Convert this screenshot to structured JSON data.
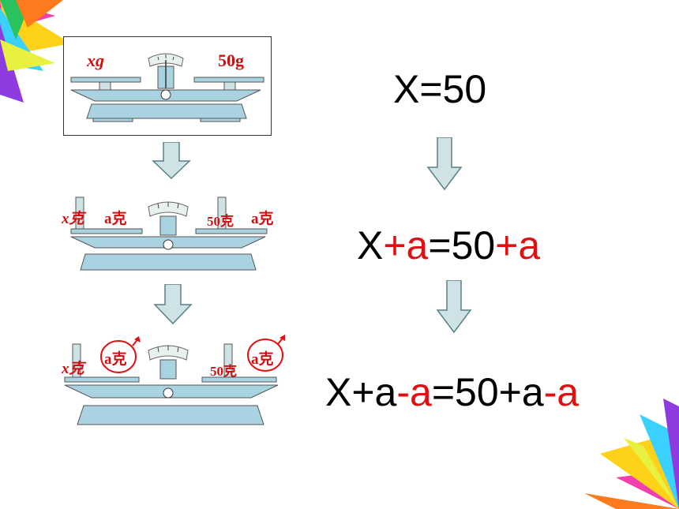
{
  "slide": {
    "colors": {
      "red": "#e01010",
      "arrow_fill": "#cfe3e6",
      "arrow_stroke": "#5a7f86",
      "scale_fill": "#a9d3e0"
    },
    "scales": [
      {
        "left_label": "xg",
        "right_label": "50g"
      },
      {
        "left_labels": [
          "x克",
          "a克"
        ],
        "right_labels": [
          "50克",
          "a克"
        ]
      },
      {
        "left_labels": [
          "x克",
          "a克"
        ],
        "right_labels": [
          "50克",
          "a克"
        ],
        "circled": [
          "a克",
          "a克"
        ]
      }
    ],
    "equations": {
      "eq1": "X=50",
      "eq2": {
        "p1": "X",
        "p2": "+a",
        "p3": "=50",
        "p4": "+a"
      },
      "eq3": {
        "p1": "X+a",
        "p2": "-a",
        "p3": "=50+a",
        "p4": "-a"
      }
    },
    "icons": [
      "down-arrow-icon",
      "down-arrow-icon",
      "down-arrow-icon",
      "down-arrow-icon",
      "corner-spike-decoration-icon"
    ]
  }
}
